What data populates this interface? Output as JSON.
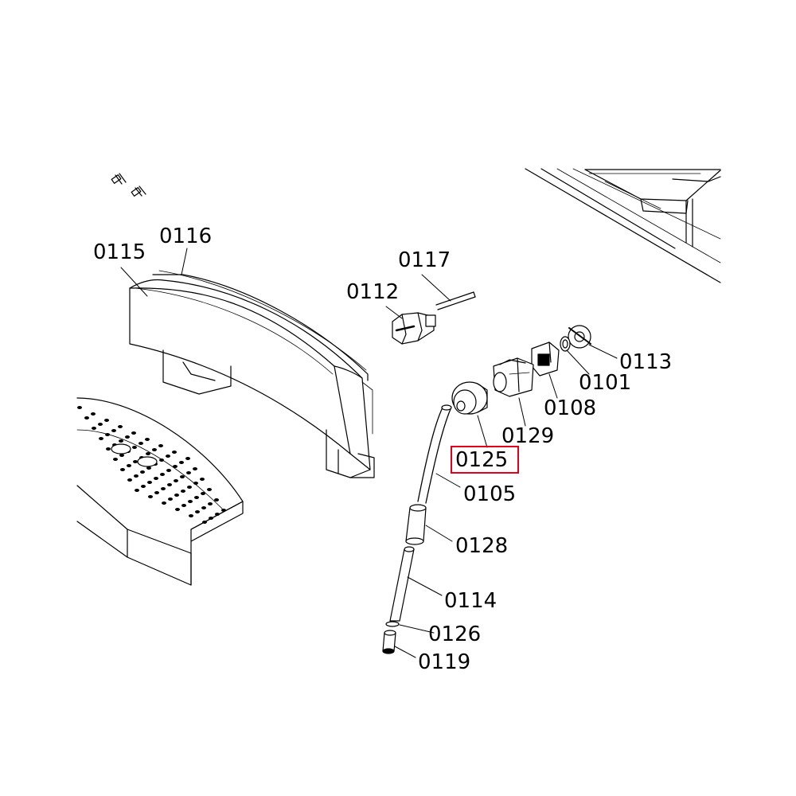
{
  "diagram": {
    "background_color": "#ffffff",
    "line_color": "#000000",
    "highlight_color": "#e0001b",
    "highlighted_part": "0125",
    "parts": [
      {
        "id": "p0115",
        "number": "0115"
      },
      {
        "id": "p0116",
        "number": "0116"
      },
      {
        "id": "p0117",
        "number": "0117"
      },
      {
        "id": "p0112",
        "number": "0112"
      },
      {
        "id": "p0113",
        "number": "0113"
      },
      {
        "id": "p0101",
        "number": "0101"
      },
      {
        "id": "p0108",
        "number": "0108"
      },
      {
        "id": "p0129",
        "number": "0129"
      },
      {
        "id": "p0125",
        "number": "0125"
      },
      {
        "id": "p0105",
        "number": "0105"
      },
      {
        "id": "p0128",
        "number": "0128"
      },
      {
        "id": "p0114",
        "number": "0114"
      },
      {
        "id": "p0126",
        "number": "0126"
      },
      {
        "id": "p0119",
        "number": "0119"
      }
    ]
  }
}
